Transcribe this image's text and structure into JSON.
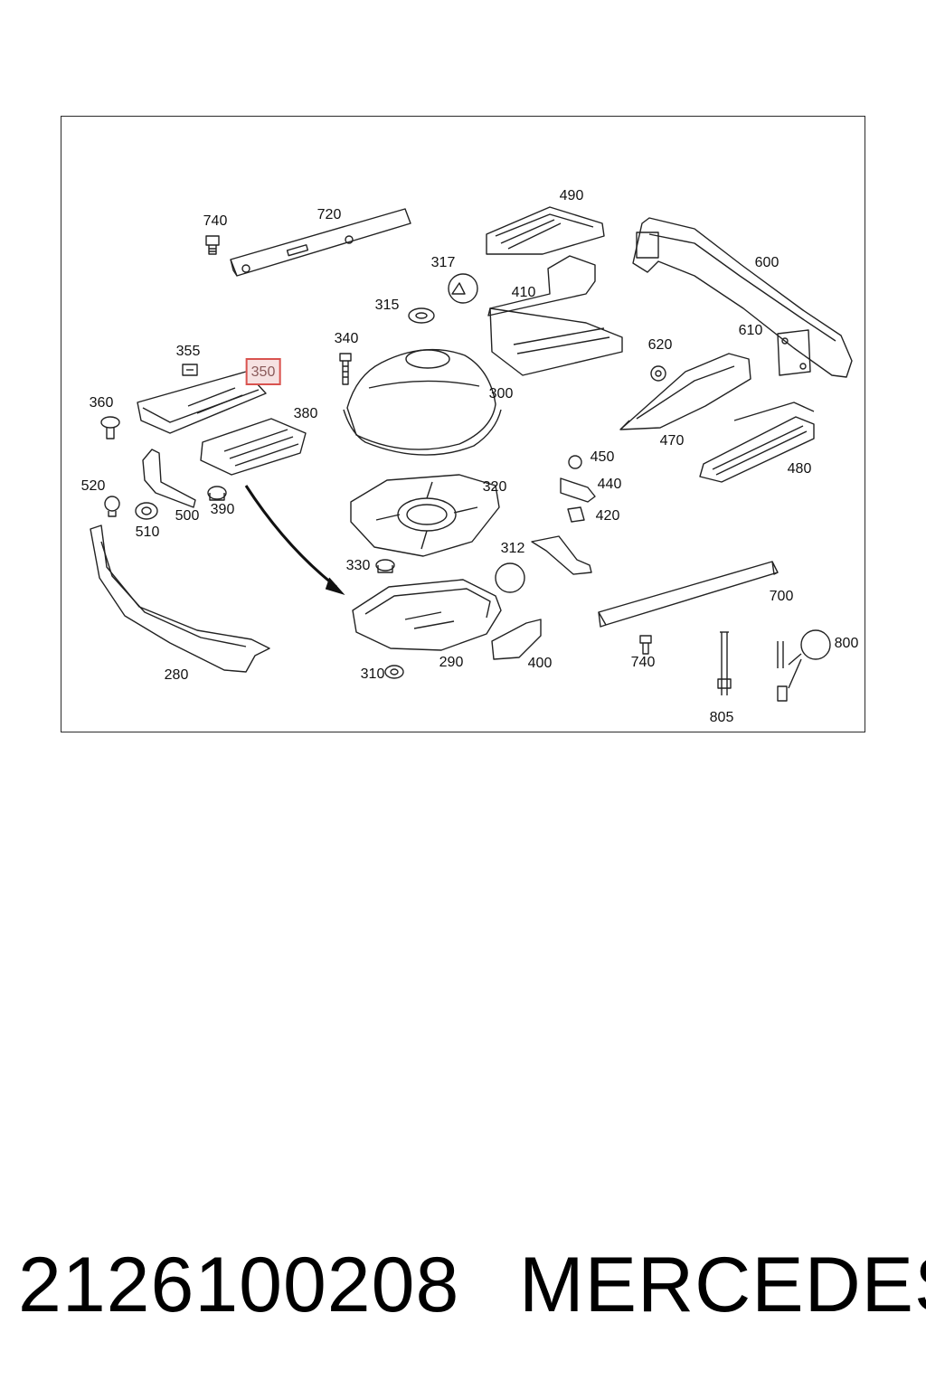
{
  "diagram": {
    "labels": [
      {
        "id": "lbl-740a",
        "text": "740"
      },
      {
        "id": "lbl-720",
        "text": "720"
      },
      {
        "id": "lbl-490",
        "text": "490"
      },
      {
        "id": "lbl-600",
        "text": "600"
      },
      {
        "id": "lbl-317",
        "text": "317"
      },
      {
        "id": "lbl-315",
        "text": "315"
      },
      {
        "id": "lbl-410",
        "text": "410"
      },
      {
        "id": "lbl-340",
        "text": "340"
      },
      {
        "id": "lbl-355",
        "text": "355"
      },
      {
        "id": "lbl-350",
        "text": "350",
        "highlight": true
      },
      {
        "id": "lbl-620",
        "text": "620"
      },
      {
        "id": "lbl-610",
        "text": "610"
      },
      {
        "id": "lbl-360",
        "text": "360"
      },
      {
        "id": "lbl-380",
        "text": "380"
      },
      {
        "id": "lbl-300",
        "text": "300"
      },
      {
        "id": "lbl-470",
        "text": "470"
      },
      {
        "id": "lbl-450",
        "text": "450"
      },
      {
        "id": "lbl-480",
        "text": "480"
      },
      {
        "id": "lbl-520",
        "text": "520"
      },
      {
        "id": "lbl-320",
        "text": "320"
      },
      {
        "id": "lbl-440",
        "text": "440"
      },
      {
        "id": "lbl-500",
        "text": "500"
      },
      {
        "id": "lbl-390",
        "text": "390"
      },
      {
        "id": "lbl-420",
        "text": "420"
      },
      {
        "id": "lbl-510",
        "text": "510"
      },
      {
        "id": "lbl-312",
        "text": "312"
      },
      {
        "id": "lbl-330",
        "text": "330"
      },
      {
        "id": "lbl-700",
        "text": "700"
      },
      {
        "id": "lbl-800",
        "text": "800"
      },
      {
        "id": "lbl-280",
        "text": "280"
      },
      {
        "id": "lbl-290",
        "text": "290"
      },
      {
        "id": "lbl-400",
        "text": "400"
      },
      {
        "id": "lbl-740b",
        "text": "740"
      },
      {
        "id": "lbl-310",
        "text": "310"
      },
      {
        "id": "lbl-805",
        "text": "805"
      }
    ],
    "highlight_color": "#d9534f"
  },
  "footer": {
    "part_number": "2126100208",
    "brand": "MERCEDES"
  }
}
